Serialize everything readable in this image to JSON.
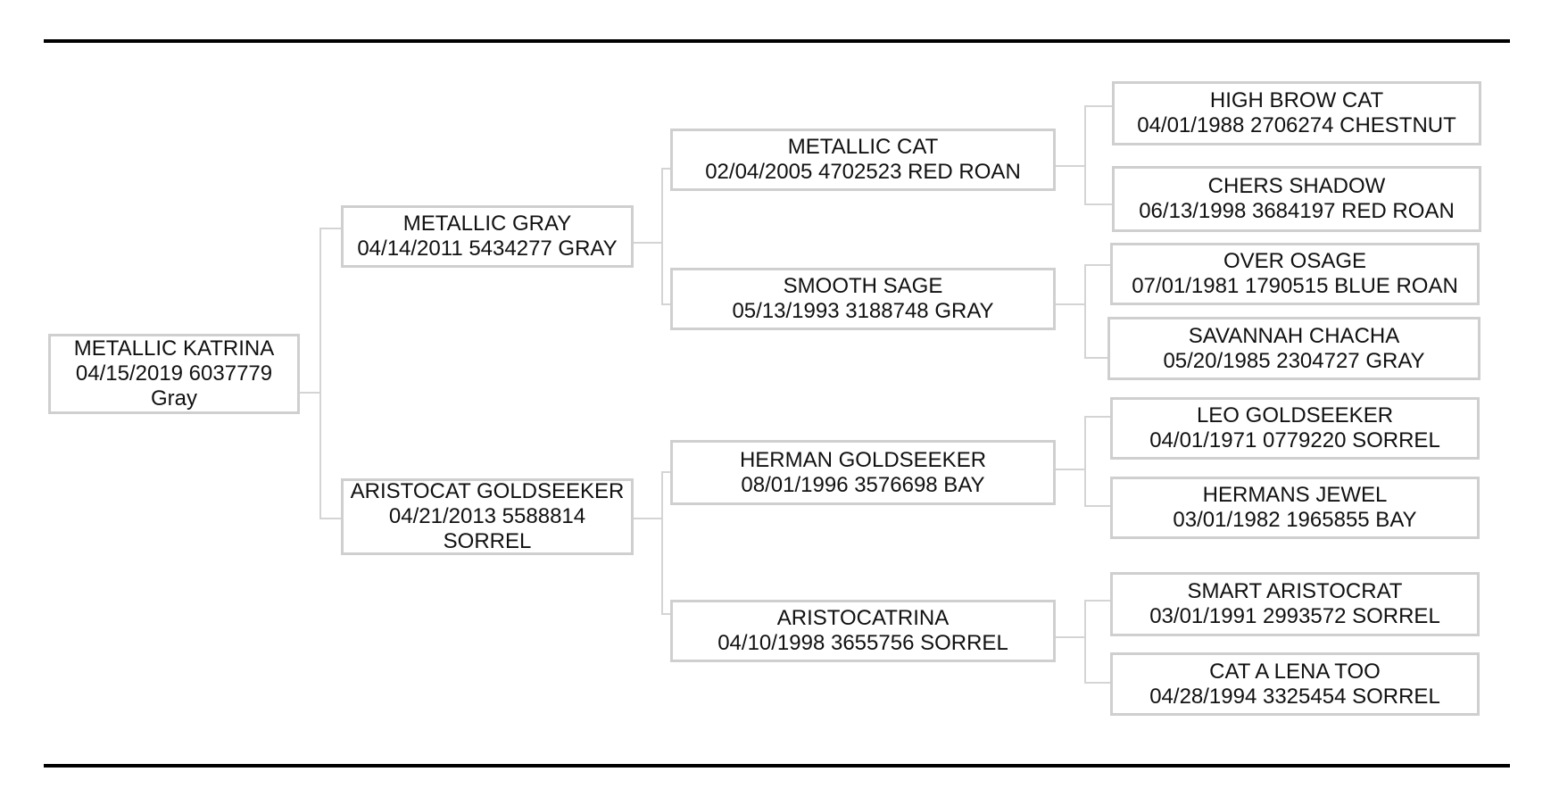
{
  "pedigree": {
    "horse": {
      "name": "METALLIC KATRINA",
      "details1": "04/15/2019 6037779",
      "details2": "Gray"
    },
    "sire": {
      "name": "METALLIC GRAY",
      "details": "04/14/2011 5434277 GRAY"
    },
    "dam": {
      "name": "ARISTOCAT GOLDSEEKER",
      "details1": "04/21/2013 5588814",
      "details2": "SORREL"
    },
    "sire_sire": {
      "name": "METALLIC CAT",
      "details": "02/04/2005 4702523 RED ROAN"
    },
    "sire_dam": {
      "name": "SMOOTH SAGE",
      "details": "05/13/1993 3188748 GRAY"
    },
    "dam_sire": {
      "name": "HERMAN GOLDSEEKER",
      "details": "08/01/1996 3576698 BAY"
    },
    "dam_dam": {
      "name": "ARISTOCATRINA",
      "details": "04/10/1998 3655756 SORREL"
    },
    "ss_sire": {
      "name": "HIGH BROW CAT",
      "details": "04/01/1988 2706274 CHESTNUT"
    },
    "ss_dam": {
      "name": "CHERS SHADOW",
      "details": "06/13/1998 3684197 RED ROAN"
    },
    "sd_sire": {
      "name": "OVER OSAGE",
      "details": "07/01/1981 1790515 BLUE ROAN"
    },
    "sd_dam": {
      "name": "SAVANNAH CHACHA",
      "details": "05/20/1985 2304727 GRAY"
    },
    "ds_sire": {
      "name": "LEO GOLDSEEKER",
      "details": "04/01/1971 0779220 SORREL"
    },
    "ds_dam": {
      "name": "HERMANS JEWEL",
      "details": "03/01/1982 1965855 BAY"
    },
    "dd_sire": {
      "name": "SMART ARISTOCRAT",
      "details": "03/01/1991 2993572 SORREL"
    },
    "dd_dam": {
      "name": "CAT A LENA TOO",
      "details": "04/28/1994 3325454 SORREL"
    }
  },
  "colors": {
    "box_border": "#cfcfcf",
    "connector": "#d4d4d4",
    "rule": "#000000"
  }
}
